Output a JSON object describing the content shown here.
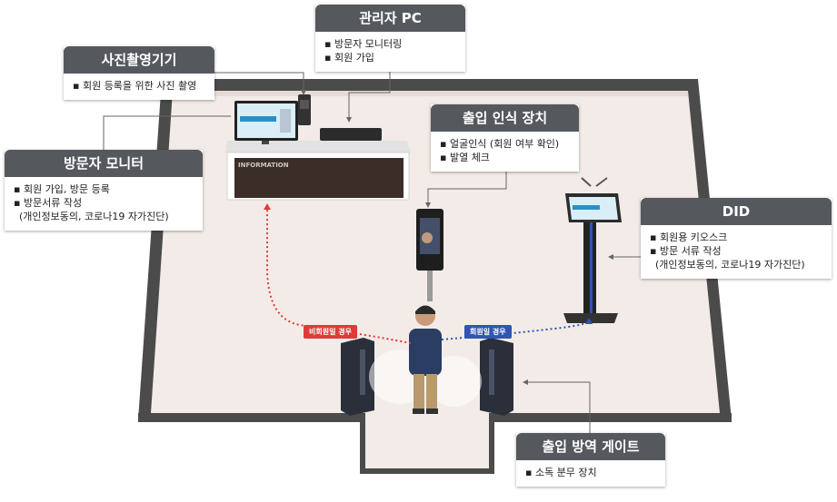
{
  "callouts": {
    "admin_pc": {
      "title": "관리자 PC",
      "lines": [
        "▪ 방문자 모니터링",
        "▪ 회원 가입"
      ]
    },
    "camera": {
      "title": "사진촬영기기",
      "lines": [
        "▪ 회원 등록을 위한 사진 촬영"
      ]
    },
    "visitor_monitor": {
      "title": "방문자 모니터",
      "lines": [
        "▪ 회원 가입, 방문 등록",
        "▪ 방문서류 작성",
        "(개인정보동의, 코로나19 자가진단)"
      ]
    },
    "entry_recognition": {
      "title": "출입 인식 장치",
      "lines": [
        "▪ 얼굴인식 (회원 여부 확인)",
        "▪ 발열 체크"
      ]
    },
    "did": {
      "title": "DID",
      "lines": [
        "▪ 회원용 키오스크",
        "▪ 방문 서류 작성",
        "(개인정보동의, 코로나19 자가진단)"
      ]
    },
    "gate": {
      "title": "출입 방역 게이트",
      "lines": [
        "▪ 소독 분무 장치"
      ]
    }
  },
  "desk_label": "INFORMATION",
  "path_labels": {
    "non_member": "비회원일 경우",
    "member": "회원일 경우"
  },
  "colors": {
    "header": "#55595e",
    "non_member": "#e03a3a",
    "member": "#2f55b5",
    "floor": "#f3ebe7",
    "wall": "#4b4b4b"
  }
}
